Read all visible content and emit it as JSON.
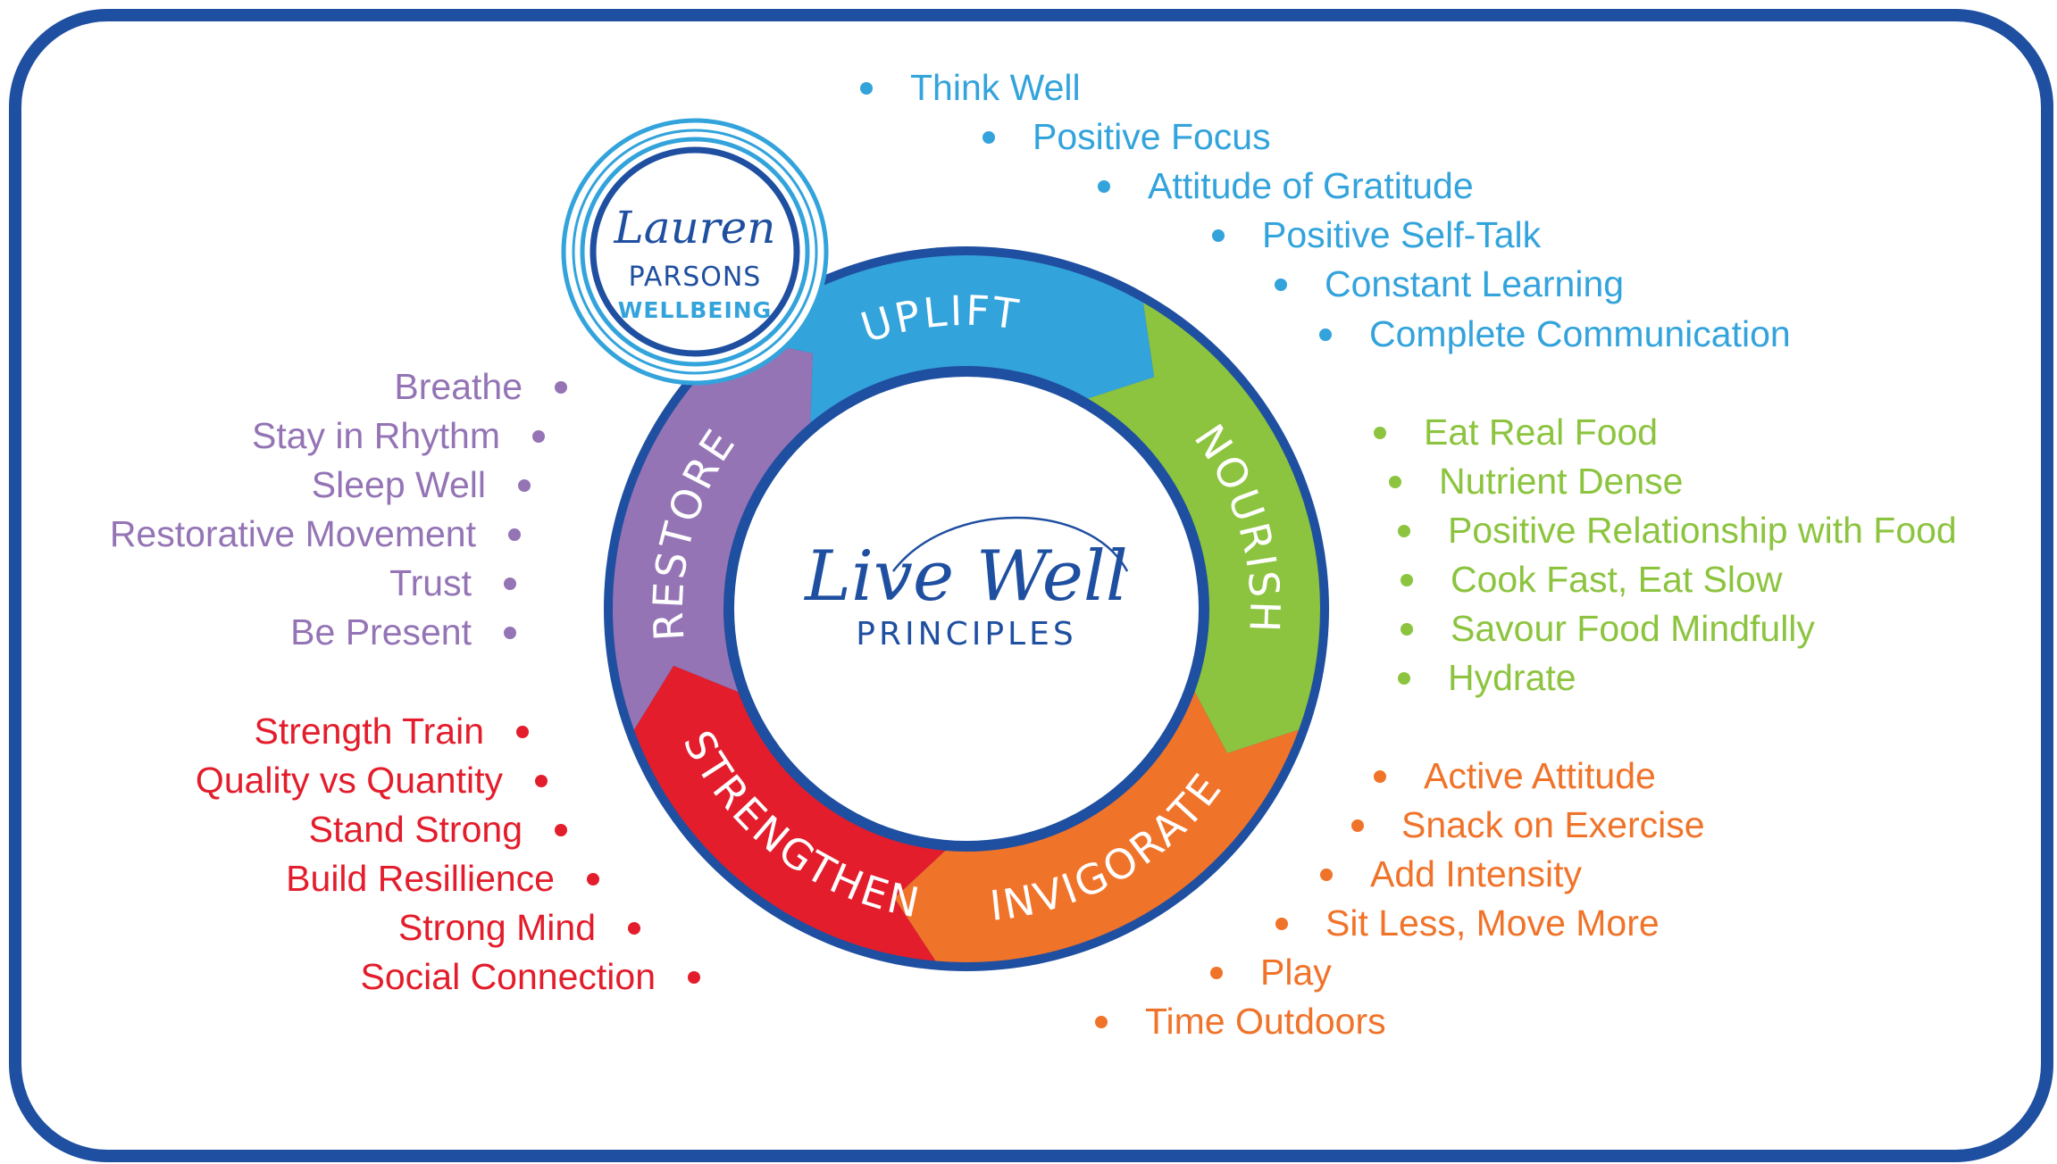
{
  "logo": {
    "line1": "Lauren",
    "line2": "PARSONS",
    "line3": "WELLBEING"
  },
  "center": {
    "line1": "Live Well",
    "line2": "PRINCIPLES"
  },
  "segments": {
    "uplift": "UPLIFT",
    "nourish": "NOURISH",
    "invigorate": "INVIGORATE",
    "strengthen": "STRENGTHEN",
    "restore": "RESTORE"
  },
  "lists": {
    "uplift": [
      "Think Well",
      "Positive Focus",
      "Attitude of Gratitude",
      "Positive Self-Talk",
      "Constant Learning",
      "Complete Communication"
    ],
    "nourish": [
      "Eat Real Food",
      "Nutrient Dense",
      "Positive Relationship with Food",
      "Cook Fast, Eat Slow",
      "Savour Food Mindfully",
      "Hydrate"
    ],
    "invigorate": [
      "Active Attitude",
      "Snack on Exercise",
      "Add Intensity",
      "Sit Less, Move More",
      "Play",
      "Time Outdoors"
    ],
    "strengthen": [
      "Strength Train",
      "Quality vs Quantity",
      "Stand Strong",
      "Build Resillience",
      "Strong Mind",
      "Social Connection"
    ],
    "restore": [
      "Breathe",
      "Stay in Rhythm",
      "Sleep Well",
      "Restorative Movement",
      "Trust",
      "Be Present"
    ]
  },
  "colors": {
    "frame": "#1f4fa0",
    "uplift": "#33a3dc",
    "nourish": "#8cc43f",
    "invigorate": "#f0732a",
    "strengthen": "#e31d2b",
    "restore": "#9474b5",
    "ring_border": "#1f4fa0"
  }
}
